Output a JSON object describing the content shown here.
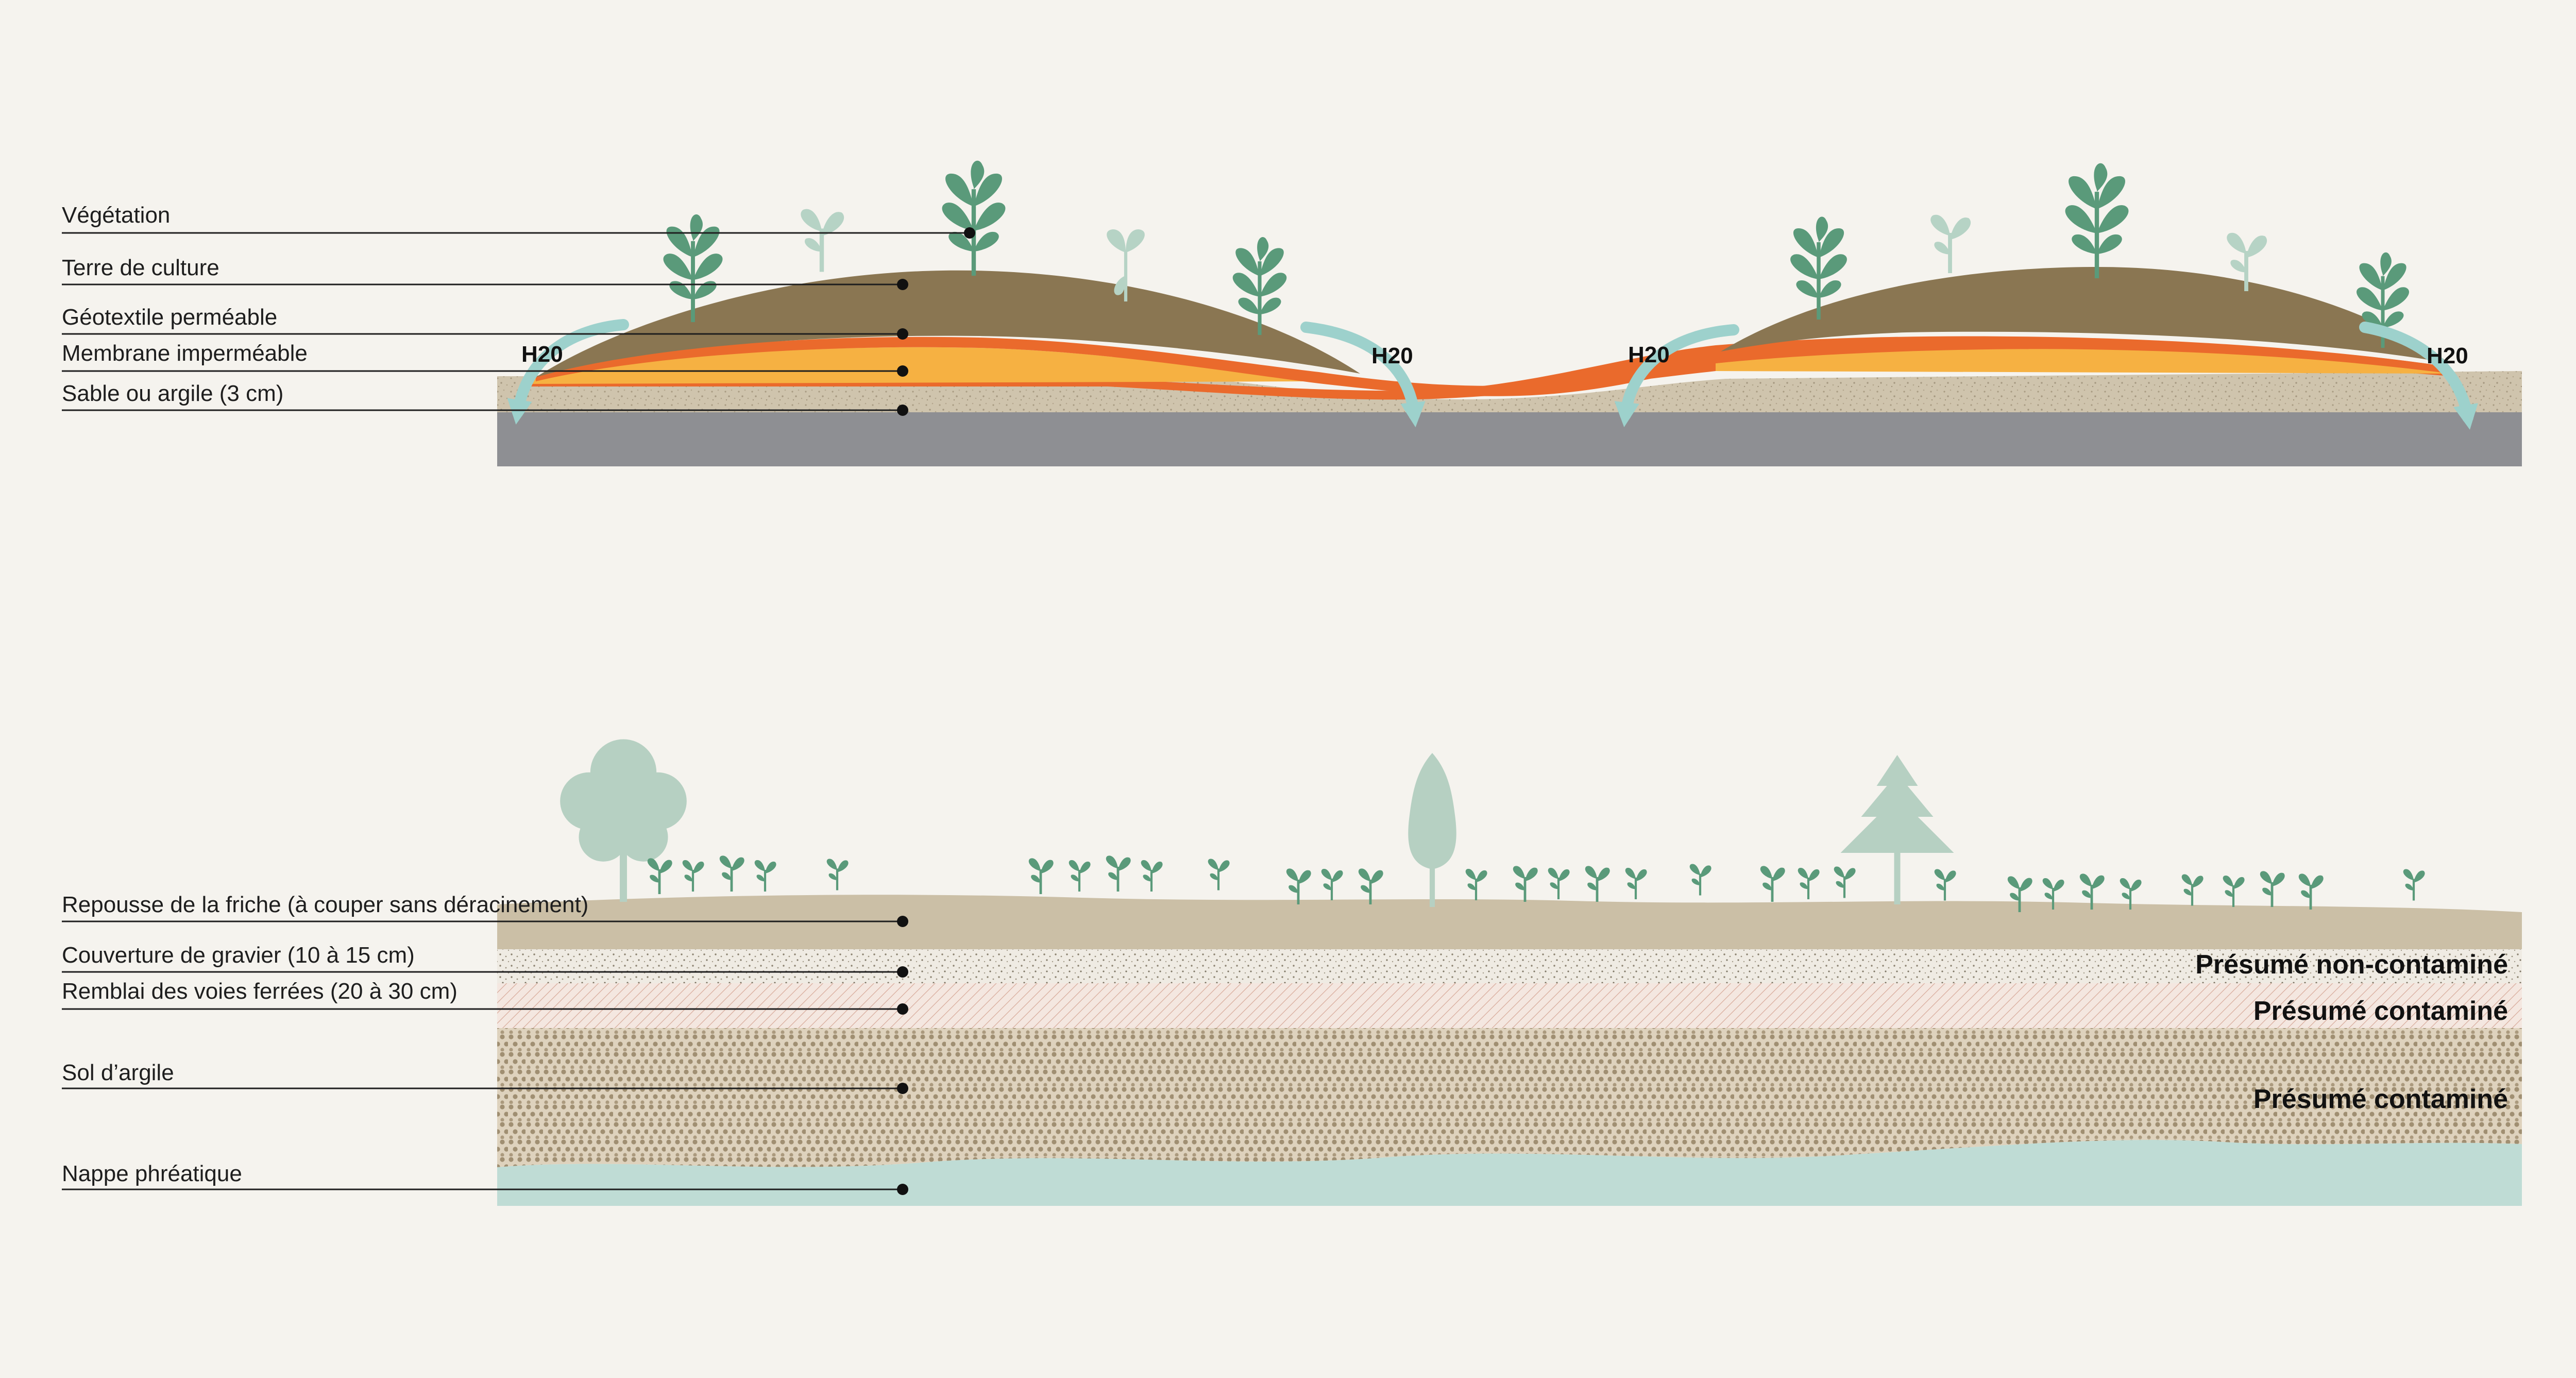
{
  "colors": {
    "background": "#f5f3ee",
    "culture_soil": "#8a7652",
    "geotextile": "#f6b142",
    "membrane": "#ea6a2c",
    "sand_clay": "#cfc4ad",
    "base": "#8e8f93",
    "water_arrow": "#9dd1cc",
    "plant_dark": "#5a9a7a",
    "plant_light": "#b6d3c5",
    "regrowth": "#cbbfa6",
    "gravel": "#efebe3",
    "railway_fill": "#f4e7e0",
    "railway_hatch": "#d7a999",
    "clay_fill": "#ded2bd",
    "clay_dots": "#a08f72",
    "groundwater": "#bfdcd5",
    "tree": "#b6d0c2"
  },
  "top_section": {
    "labels": [
      {
        "key": "vegetation",
        "text": "Végétation"
      },
      {
        "key": "culture-soil",
        "text": "Terre de culture"
      },
      {
        "key": "geotextile",
        "text": "Géotextile perméable"
      },
      {
        "key": "membrane",
        "text": "Membrane imperméable"
      },
      {
        "key": "sand-clay",
        "text": "Sable ou argile (3 cm)"
      }
    ],
    "water_labels": [
      "H20",
      "H20",
      "H20",
      "H20"
    ]
  },
  "bottom_section": {
    "labels": [
      {
        "key": "regrowth",
        "text": "Repousse de la friche (à couper sans déracinement)"
      },
      {
        "key": "gravel",
        "text": "Couverture de gravier (10 à 15 cm)"
      },
      {
        "key": "railway-fill",
        "text": "Remblai des voies ferrées (20 à 30 cm)"
      },
      {
        "key": "clay-soil",
        "text": "Sol d’argile"
      },
      {
        "key": "groundwater",
        "text": "Nappe phréatique"
      }
    ],
    "zones": [
      {
        "key": "gravel",
        "text": "Présumé  non-contaminé"
      },
      {
        "key": "railway",
        "text": "Présumé contaminé"
      },
      {
        "key": "clay",
        "text": "Présumé contaminé"
      }
    ]
  }
}
